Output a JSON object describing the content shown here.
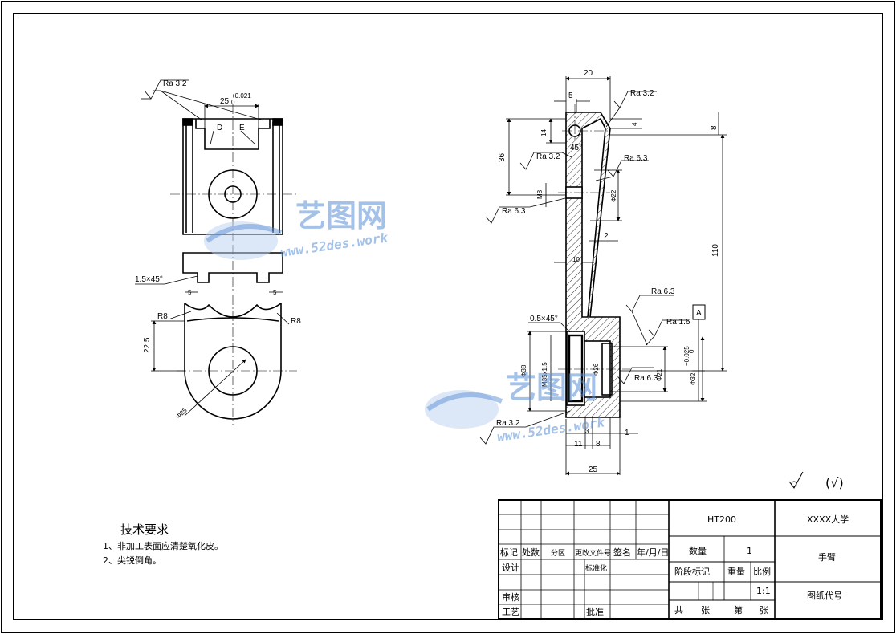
{
  "watermark": {
    "brand": "艺图网",
    "url": "www.52des.work",
    "color": "#5b8fd6"
  },
  "left_view": {
    "roughness": "Ra 3.2",
    "hole_fit": "25",
    "hole_fit_upper": "+0.021",
    "hole_fit_lower": "0",
    "label_d": "D",
    "label_e": "E",
    "chamfer": "1.5×45°",
    "dim_5_left": "5",
    "dim_5_right": "5",
    "radius_left": "R8",
    "radius_right": "R8",
    "height": "22.5",
    "diameter": "Φ25"
  },
  "right_view": {
    "dim_20": "20",
    "dim_5": "5",
    "ra_top": "Ra 3.2",
    "dim_4": "4",
    "dim_8": "8",
    "dim_14": "14",
    "dim_36": "36",
    "angle_45": "45°",
    "ra_mid_left": "Ra 3.2",
    "ra_mid_right": "Ra 6.3",
    "thread_m8": "M8",
    "dia_22": "Φ22",
    "ra_left": "Ra 6.3",
    "dim_2": "2",
    "dim_10": "10",
    "dim_110": "110",
    "ra_lower": "Ra 6.3",
    "datum_a": "A",
    "ra_16": "Ra 1.6",
    "chamfer_05": "0.5×45°",
    "dia_38": "Φ38",
    "thread_m35": "M35x1.5",
    "dia_26": "Φ26",
    "ra_inner": "Ra 6.3",
    "dia_21": "Φ21",
    "dia_32": "Φ32",
    "dia_32_tol_upper": "+0.025",
    "dia_32_tol_lower": "0",
    "ra_bottom": "Ra 3.2",
    "dim_3": "3",
    "dim_1": "1",
    "dim_11": "11",
    "dim_8b": "8",
    "dim_25": "25"
  },
  "other_roughness": "(√)",
  "tech_requirements": {
    "title": "技术要求",
    "items": [
      "1、非加工表面应清楚氧化皮。",
      "2、尖锐倒角。"
    ]
  },
  "title_block": {
    "material": "HT200",
    "school": "XXXX大学",
    "quantity_label": "数量",
    "quantity": "1",
    "part_name": "手臂",
    "hdr_mark": "标记",
    "hdr_count": "处数",
    "hdr_zone": "分区",
    "hdr_doc": "更改文件号",
    "hdr_sign": "签名",
    "hdr_date": "年/月/日",
    "design": "设计",
    "standard": "标准化",
    "stage": "阶段标记",
    "weight": "重量",
    "scale_label": "比例",
    "scale": "1:1",
    "drawing_code": "图纸代号",
    "review": "审核",
    "process": "工艺",
    "approve": "批准",
    "total": "共",
    "sheet": "张",
    "page": "第",
    "sheet2": "张"
  }
}
